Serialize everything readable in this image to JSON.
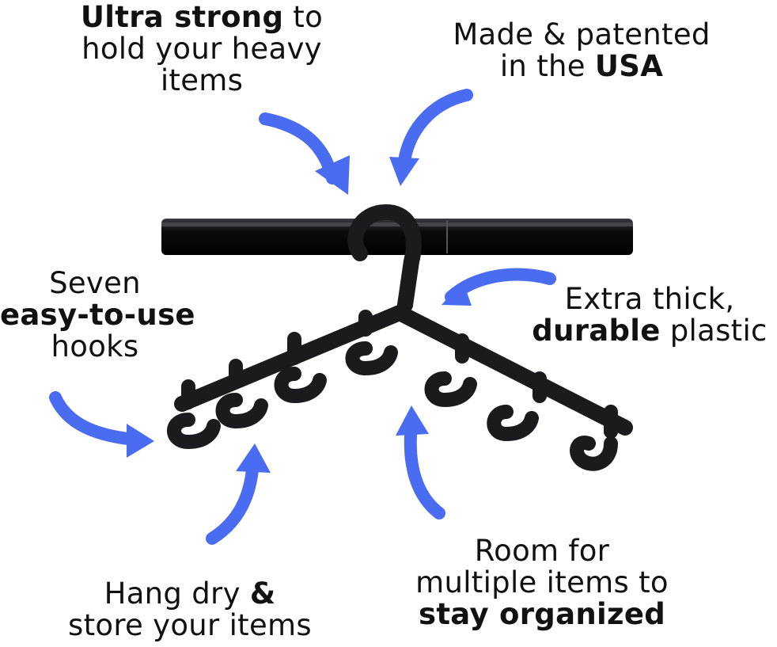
{
  "callouts": {
    "ultra_strong": {
      "bold": "Ultra strong",
      "rest_line1": " to",
      "line2": "hold your heavy",
      "line3": "items"
    },
    "made_usa": {
      "line1": "Made & patented",
      "line2_pre": "in the ",
      "bold": "USA"
    },
    "seven_hooks": {
      "line1": "Seven",
      "bold": "easy-to-use",
      "line3": "hooks"
    },
    "extra_thick": {
      "line1": "Extra thick,",
      "bold": "durable",
      "rest_line2": " plastic"
    },
    "hang_dry": {
      "line1_pre": "Hang dry ",
      "bold": "&",
      "line2": "store your items"
    },
    "room": {
      "line1": "Room for",
      "line2": "multiple items to",
      "bold": "stay organized"
    }
  },
  "icons": {
    "arrow": "curved-arrow-icon",
    "hanger": "hanger-icon",
    "rod": "closet-rod-icon"
  },
  "colors": {
    "arrow": "#4a6cf0",
    "hanger": "#1b1b1d",
    "hanger_highlight": "#4a4a4e",
    "text": "#111111",
    "background": "#ffffff"
  }
}
